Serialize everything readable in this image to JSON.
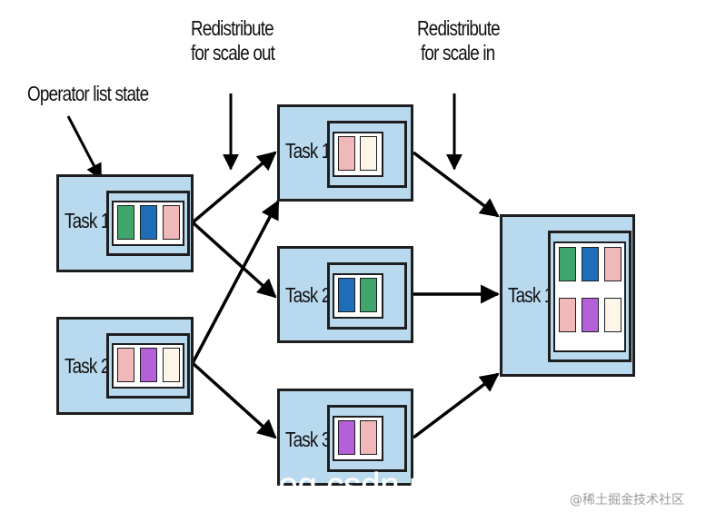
{
  "labels": {
    "operator_list_state": "Operator list state",
    "scale_out_line1": "Redistribute",
    "scale_out_line2": "for scale out",
    "scale_in_line1": "Redistribute",
    "scale_in_line2": "for scale in"
  },
  "left_tasks": [
    {
      "label": "Task 1",
      "states": [
        "#3fa56a",
        "#1f6db8",
        "#f0b8b8"
      ]
    },
    {
      "label": "Task 2",
      "states": [
        "#f0b8b8",
        "#b460d8",
        "#fdf6e8"
      ]
    }
  ],
  "middle_tasks": [
    {
      "label": "Task 1",
      "states": [
        "#f0b8b8",
        "#fdf6e8"
      ]
    },
    {
      "label": "Task 2",
      "states": [
        "#1f6db8",
        "#3fa56a"
      ]
    },
    {
      "label": "Task 3",
      "states": [
        "#b460d8",
        "#f0b8b8"
      ]
    }
  ],
  "right_task": {
    "label": "Task 1",
    "states_row1": [
      "#3fa56a",
      "#1f6db8",
      "#f0b8b8"
    ],
    "states_row2": [
      "#f0b8b8",
      "#b460d8",
      "#fdf6e8"
    ]
  },
  "colors": {
    "task_fill": "#b9d9ee",
    "border": "#1e1e1e",
    "arrow": "#000000"
  },
  "watermark": {
    "overlay_text": "log.csdn.n",
    "site_text": "@稀土掘金技术社区"
  }
}
